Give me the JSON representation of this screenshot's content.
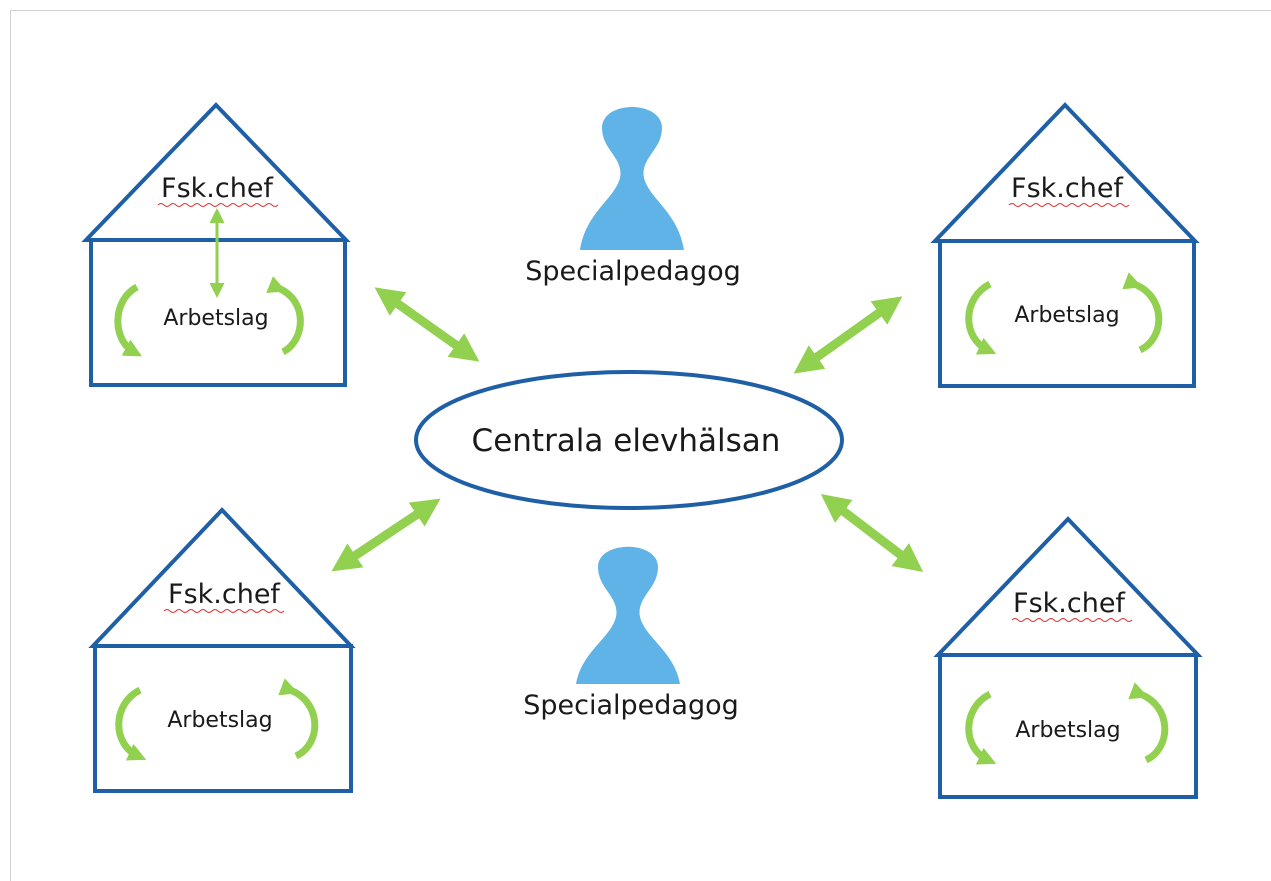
{
  "diagram": {
    "center": {
      "label": "Centrala elevhälsan"
    },
    "persons": [
      {
        "label": "Specialpedagog"
      },
      {
        "label": "Specialpedagog"
      }
    ],
    "houses": [
      {
        "roof_label": "Fsk.chef",
        "body_label": "Arbetslag"
      },
      {
        "roof_label": "Fsk.chef",
        "body_label": "Arbetslag"
      },
      {
        "roof_label": "Fsk.chef",
        "body_label": "Arbetslag"
      },
      {
        "roof_label": "Fsk.chef",
        "body_label": "Arbetslag"
      }
    ],
    "colors": {
      "house_stroke": "#1f5fa6",
      "arrow": "#92d050",
      "person": "#5fb3e6",
      "spellcheck": "#e03030"
    }
  }
}
